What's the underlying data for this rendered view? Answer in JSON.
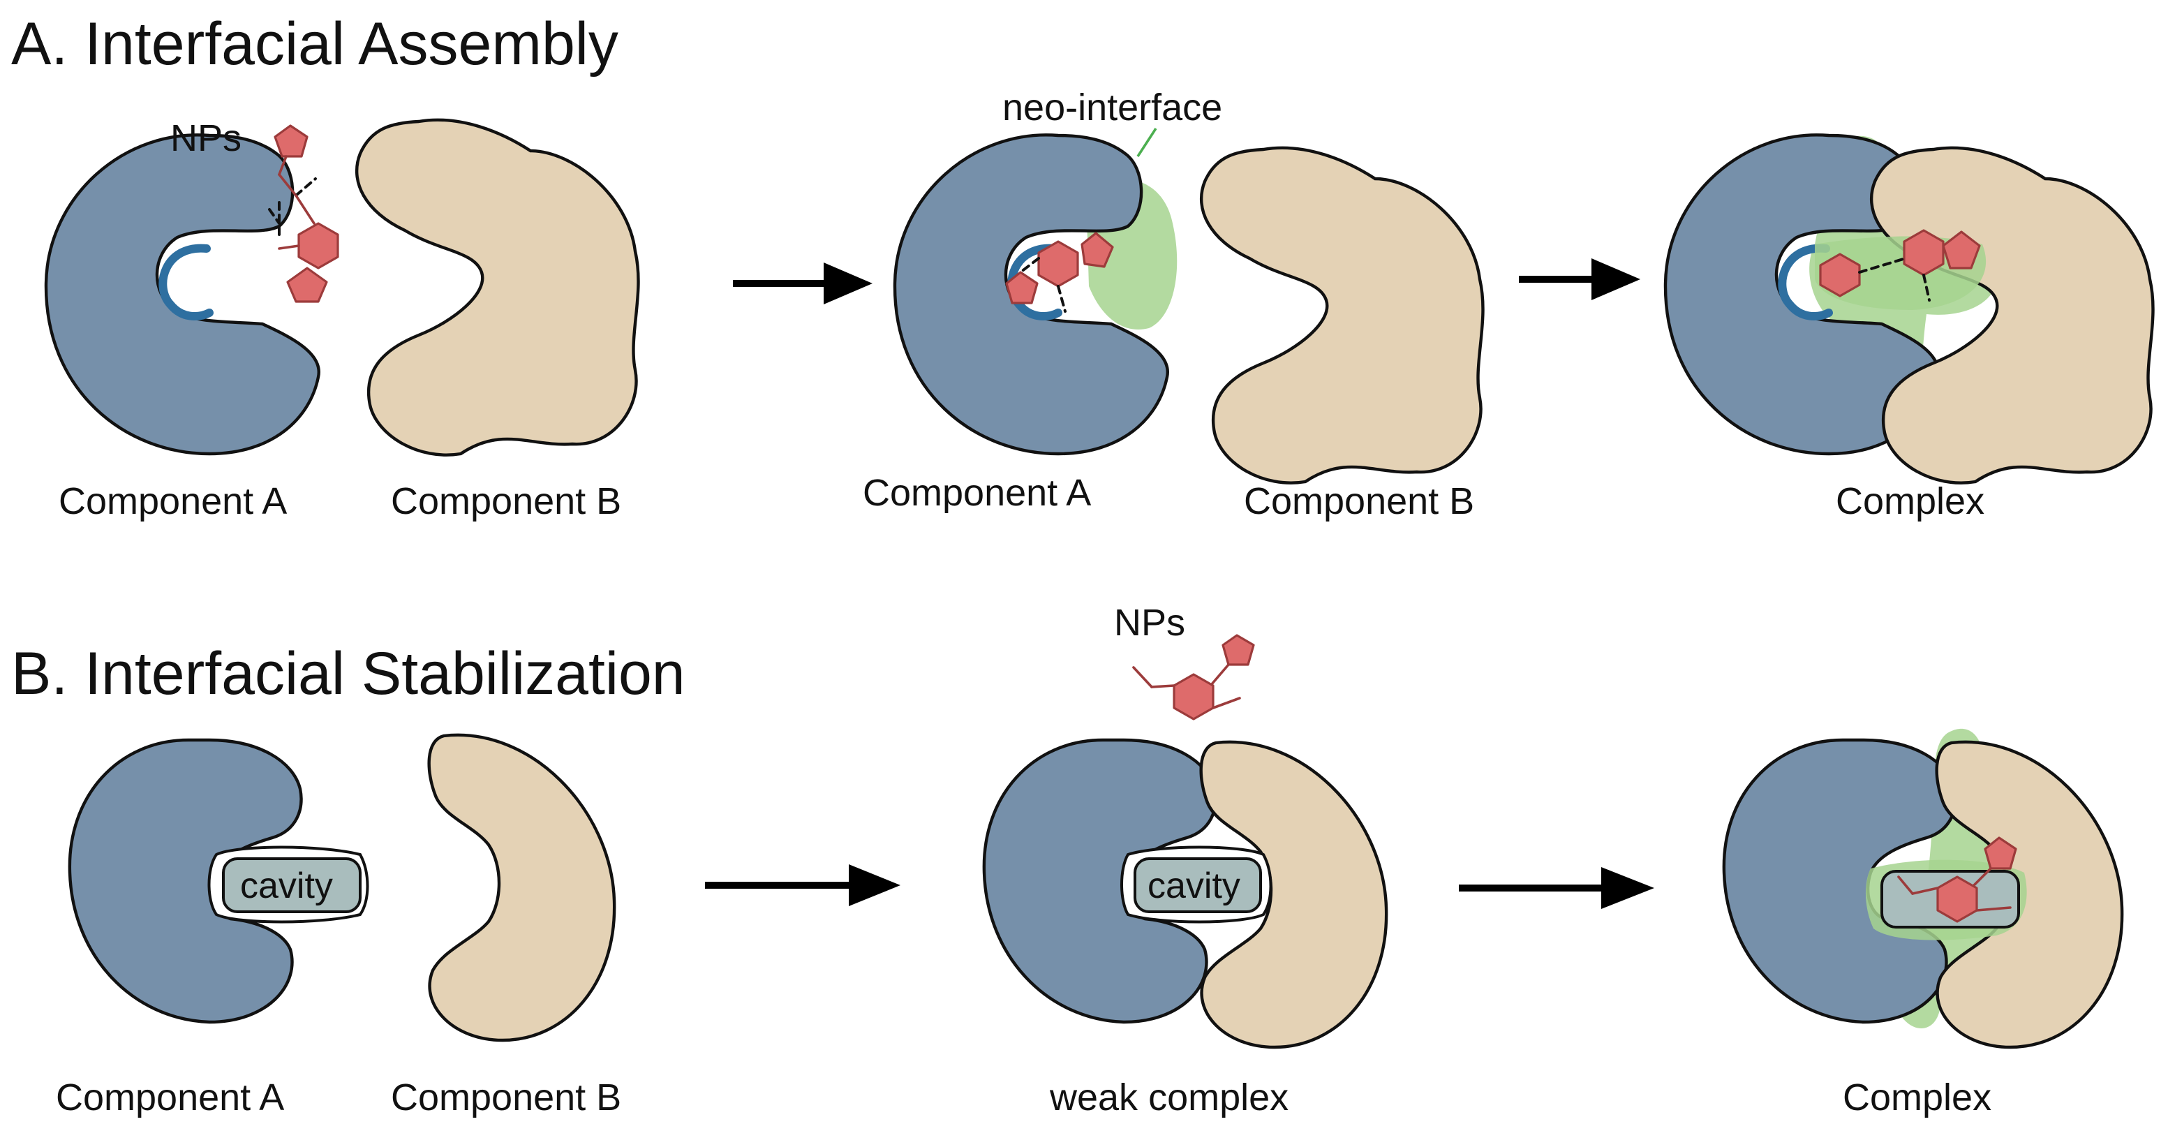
{
  "panels": {
    "a": {
      "title": "A. Interfacial Assembly",
      "nps": "NPs",
      "neo_interface": "neo-interface",
      "step1": {
        "component_a": "Component A",
        "component_b": "Component B"
      },
      "step2": {
        "component_a": "Component A",
        "component_b": "Component B"
      },
      "step3": {
        "result": "Complex"
      }
    },
    "b": {
      "title": "B. Interfacial Stabilization",
      "nps": "NPs",
      "cavity": "cavity",
      "step1": {
        "component_a": "Component A",
        "component_b": "Component B"
      },
      "step2": {
        "result": "weak complex"
      },
      "step3": {
        "result": "Complex"
      }
    }
  },
  "colors": {
    "component_a": "#7690AA",
    "component_b": "#E4D2B5",
    "neo_interface": "#A6D48F",
    "natural_product": "#DE6B6B",
    "pocket": "#2E6FA0",
    "cavity": "#A9BDBD"
  }
}
